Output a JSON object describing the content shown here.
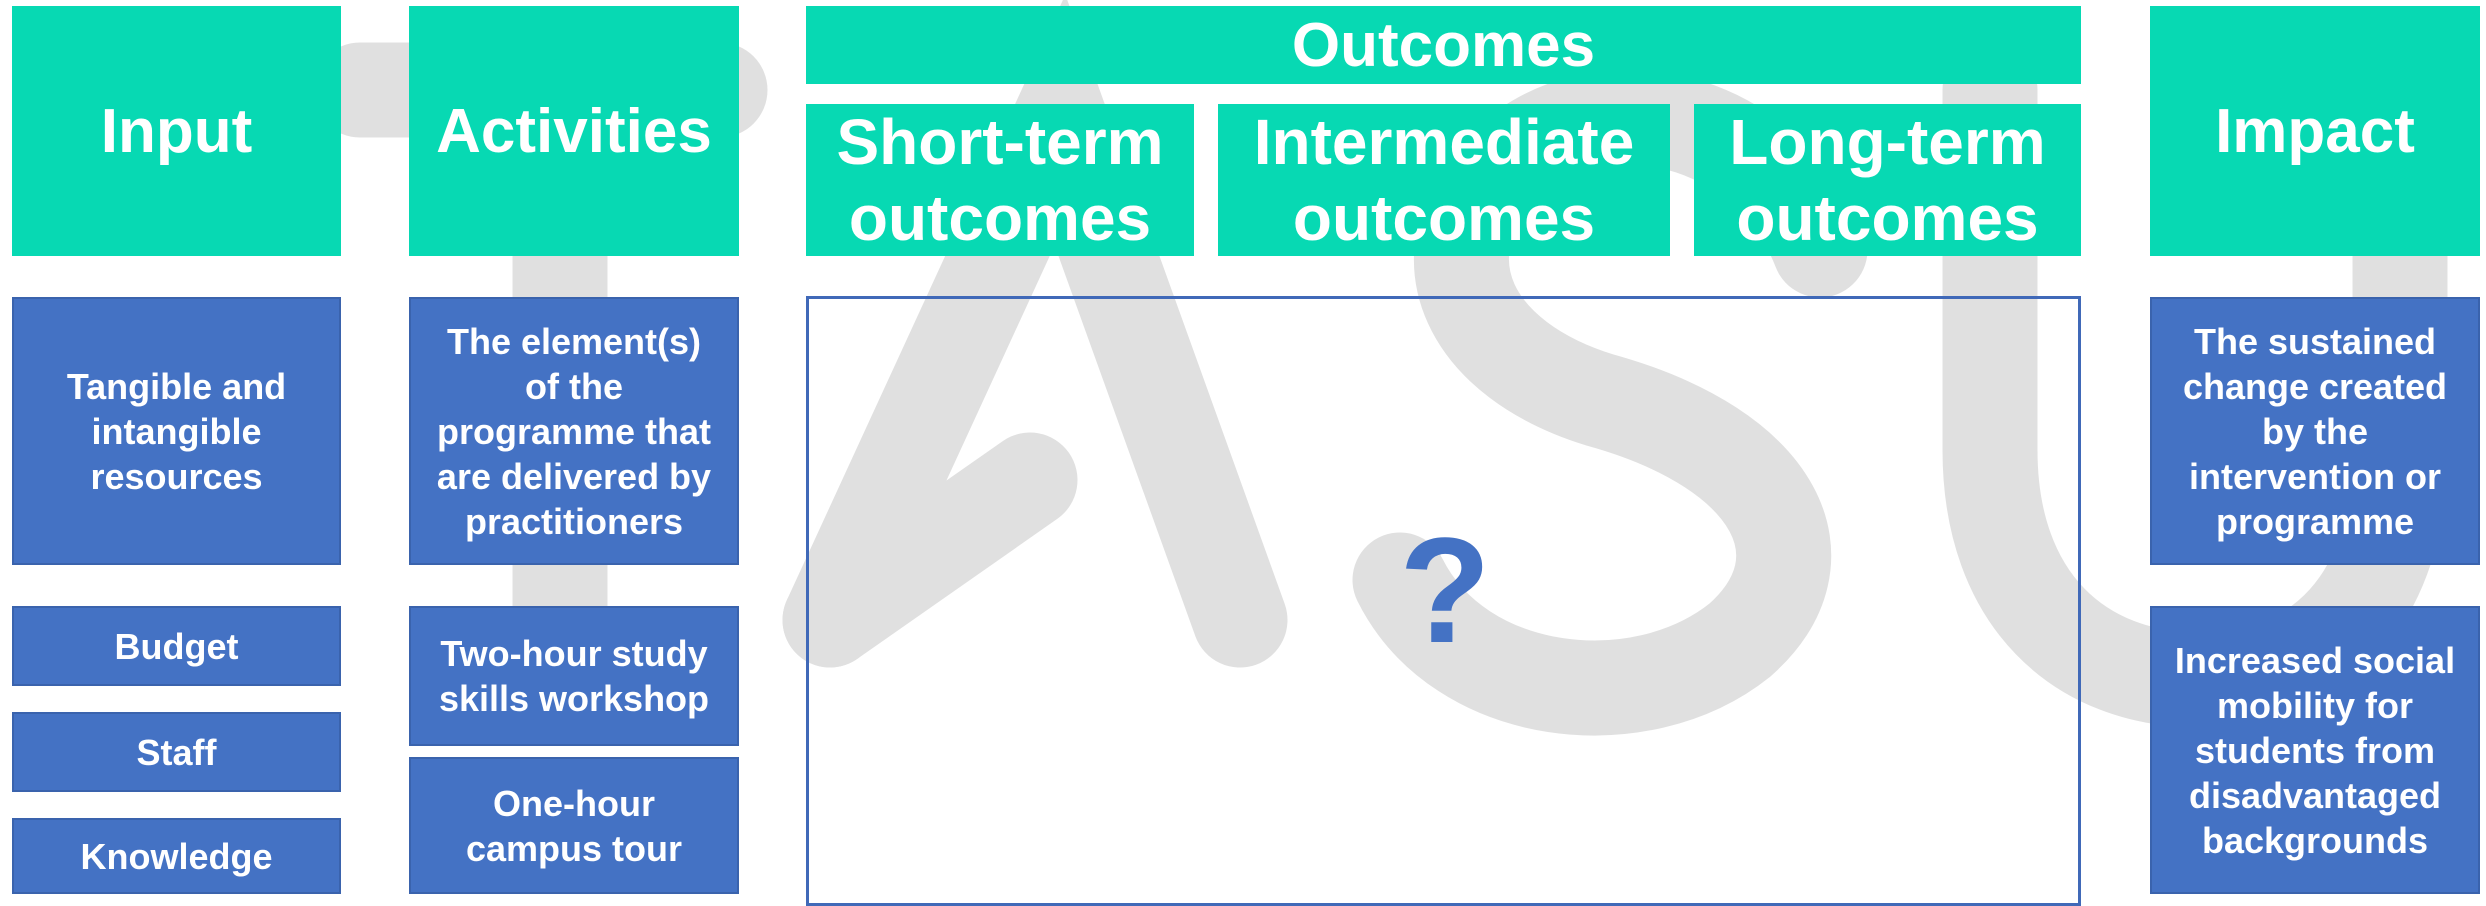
{
  "headers": {
    "input": "Input",
    "activities": "Activities",
    "outcomes": "Outcomes",
    "short_term": "Short-term outcomes",
    "intermediate": "Intermediate outcomes",
    "long_term": "Long-term outcomes",
    "impact": "Impact"
  },
  "descriptions": {
    "input": "Tangible and intangible resources",
    "activities": "The element(s) of the programme that are delivered by practitioners",
    "impact": "The sustained change created by the intervention or programme"
  },
  "input_items": [
    "Budget",
    "Staff",
    "Knowledge"
  ],
  "activity_items": [
    "Two-hour study skills workshop",
    "One-hour campus tour"
  ],
  "impact_example": "Increased social mobility for students from disadvantaged backgrounds",
  "outcomes_placeholder": "?",
  "watermark": {
    "text": "TASO",
    "color": "#d9d9d9"
  },
  "colors": {
    "header_teal": "#07d9b3",
    "box_blue": "#4472c4",
    "frame_blue": "#4069b8",
    "text_white": "#ffffff"
  }
}
